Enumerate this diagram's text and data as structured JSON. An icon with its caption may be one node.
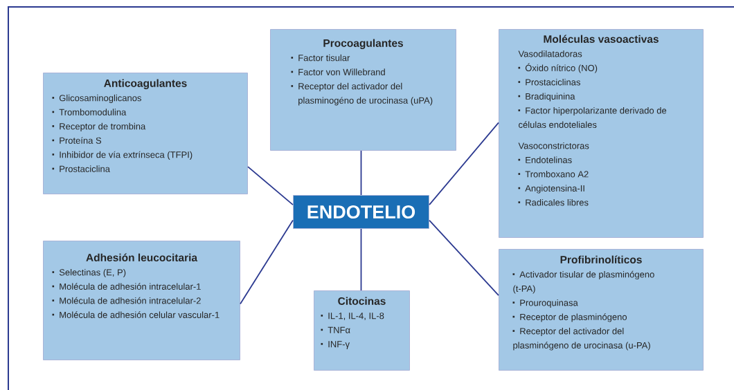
{
  "diagram": {
    "nodes": [
      {
        "text": [
          "Procoagulantes",
          "Factor tisular",
          "Factor von Willebrand",
          "Receptor del activador del plasminogéno de urocinasa (uPA)"
        ]
      },
      {
        "text": [
          "Moléculas vasoactivas",
          "Vasodilatadoras",
          "Óxido nítrico (NO)",
          "Prostaciclinas",
          "Bradiquinina",
          "Factor hiperpolarizante derivado de células endoteliales",
          "Vasoconstrictoras",
          "Endotelinas",
          "Tromboxano  A2",
          "Angiotensina-II",
          "Radicales libres"
        ]
      },
      {
        "text": [
          "Anticoagulantes",
          "Glicosaminoglicanos",
          "Trombomodulina",
          "Receptor de trombina",
          "Proteína S",
          "Inhibidor de vía extrínseca (TFPI)",
          "Prostaciclina"
        ]
      },
      {
        "text": [
          "ENDOTELIO"
        ]
      },
      {
        "text": [
          "Adhesión leucocitaria",
          "Selectinas (E, P)",
          "Molécula de adhesión intracelular-1",
          "Molécula de adhesión intracelular-2",
          "Molécula de adhesión celular vascular-1"
        ]
      },
      {
        "text": [
          "Profibrinolíticos",
          "Activador tisular de plasminógeno (t-PA)",
          "Prouroquinasa",
          "Receptor de plasminógeno",
          "Receptor del activador del plasminógeno de urocinasa (u-PA)"
        ]
      },
      {
        "text": [
          "Citocinas",
          "IL-1, IL-4, IL-8",
          "TNFα",
          "INF-γ"
        ]
      }
    ],
    "edges": [
      {
        "from": 3,
        "to": 0,
        "arrow": "none"
      },
      {
        "from": 3,
        "to": 1,
        "arrow": "none"
      },
      {
        "from": 3,
        "to": 2,
        "arrow": "none"
      },
      {
        "from": 3,
        "to": 4,
        "arrow": "none"
      },
      {
        "from": 3,
        "to": 6,
        "arrow": "none"
      },
      {
        "from": 3,
        "to": 5,
        "arrow": "none"
      }
    ]
  }
}
